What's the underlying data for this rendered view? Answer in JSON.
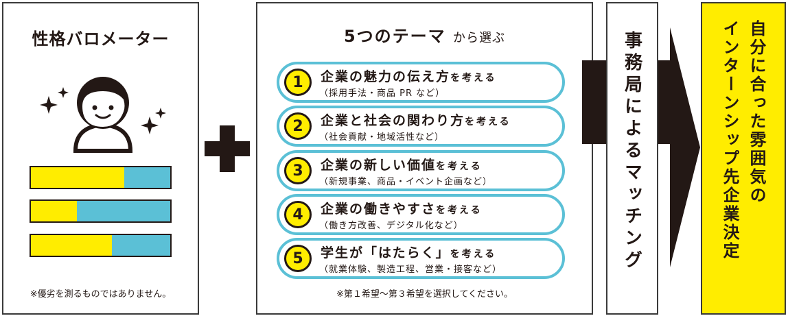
{
  "left_panel": {
    "title": "性格バロメーター",
    "bars": [
      0.67,
      0.33,
      0.58
    ],
    "note": "※優劣を測るものではありません。"
  },
  "middle_panel": {
    "title_bold": "5つのテーマ",
    "title_rest": "から選ぶ",
    "themes": [
      {
        "num": "1",
        "main": "企業の魅力の伝え方",
        "suffix": "を考える",
        "sub": "（採用手法・商品 PR など）"
      },
      {
        "num": "2",
        "main": "企業と社会の関わり方",
        "suffix": "を考える",
        "sub": "（社会貢献・地域活性など）"
      },
      {
        "num": "3",
        "main": "企業の新しい価値",
        "suffix": "を考える",
        "sub": "（新規事業、商品・イベント企画など）"
      },
      {
        "num": "4",
        "main": "企業の働きやすさ",
        "suffix": "を考える",
        "sub": "（働き方改善、デジタル化など）"
      },
      {
        "num": "5",
        "main": "学生が「はたらく」",
        "suffix": "を考える",
        "sub": "（就業体験、製造工程、営業・接客など）"
      }
    ],
    "note": "※第１希望〜第３希望を選択してください。"
  },
  "matching": {
    "label": "事務局によるマッチング"
  },
  "result": {
    "line1": "自分に合った雰囲気の",
    "line2": "インターンシップ先企業決定"
  },
  "colors": {
    "yellow": "#ffed00",
    "blue": "#5bc0d6",
    "ink": "#231815"
  }
}
